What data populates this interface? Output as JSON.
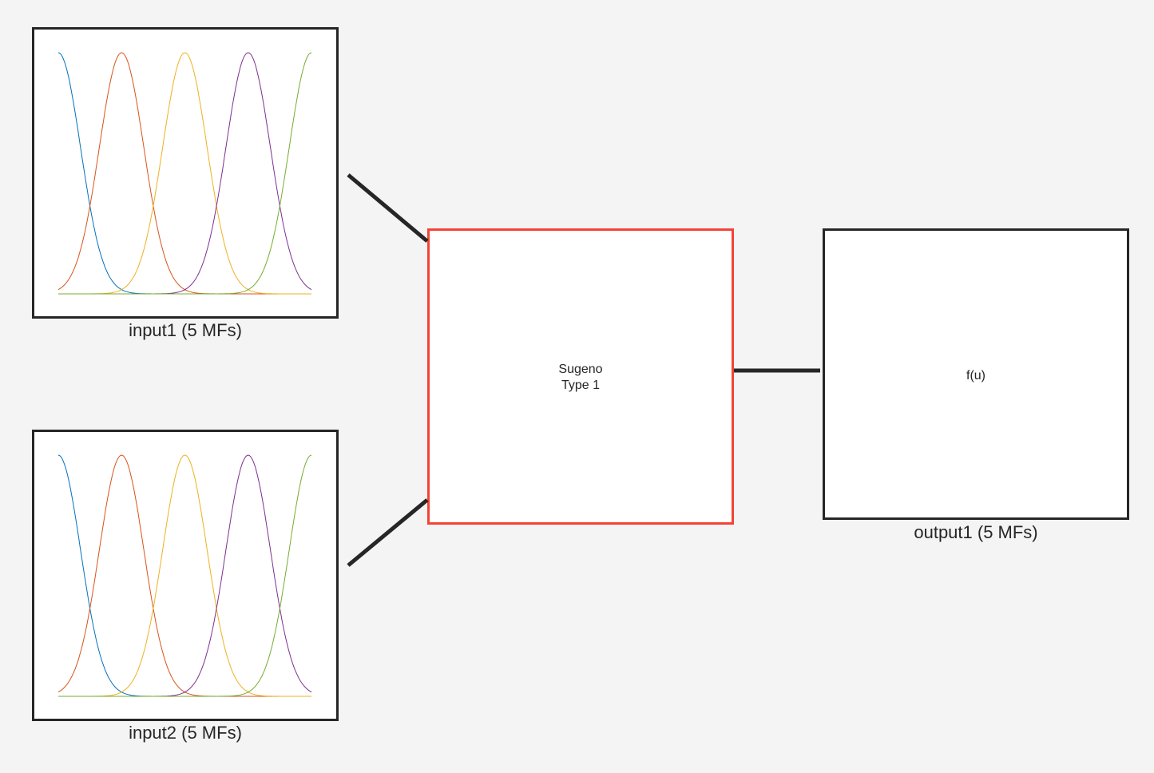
{
  "inputs": [
    {
      "label": "input1 (5 MFs)",
      "mf_count": 5
    },
    {
      "label": "input2 (5 MFs)",
      "mf_count": 5
    }
  ],
  "system": {
    "line1": "Sugeno",
    "line2": "Type 1"
  },
  "output": {
    "label": "output1 (5 MFs)",
    "function": "f(u)"
  },
  "mf_shape": "gaussian",
  "mf_colors": [
    "#0072BD",
    "#D95319",
    "#EDB120",
    "#7E2F8E",
    "#77AC30"
  ],
  "colors": {
    "system_border": "#f44336",
    "box_border": "#262626",
    "background": "#f4f4f4"
  }
}
